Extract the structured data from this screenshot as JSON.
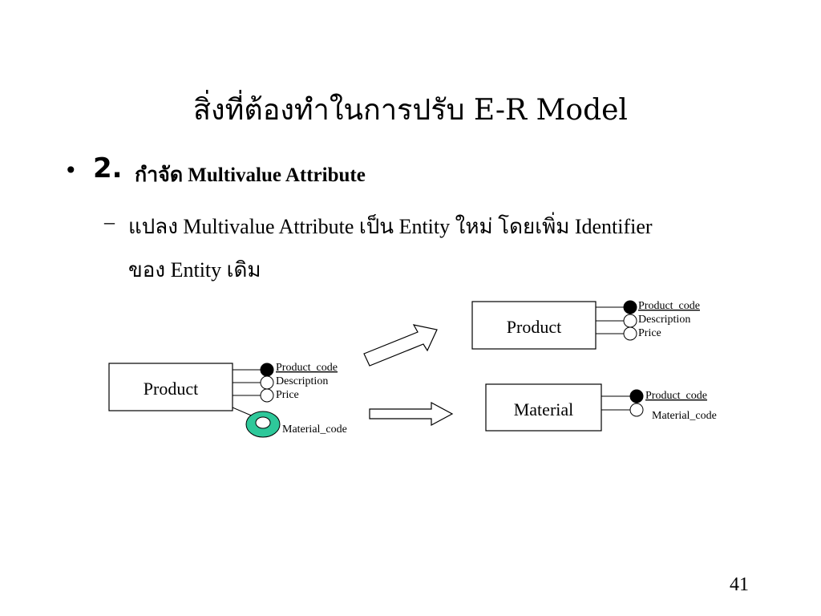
{
  "slide": {
    "title": "สิ่งที่ต้องทำในการปรับ E-R Model",
    "bullet_marker": "•",
    "bullet_number": "2.",
    "bullet_text": "กำจัด Multivalue Attribute",
    "sub_marker": "–",
    "sub_line1": "แปลง Multivalue Attribute เป็น Entity ใหม่ โดยเพิ่ม Identifier",
    "sub_line2": "ของ Entity เดิม",
    "page_number": "41"
  },
  "diagram": {
    "left_entity": {
      "name": "Product",
      "attributes": [
        "Product_code",
        "Description",
        "Price"
      ],
      "multivalue_attribute": "Material_code",
      "multivalue_color": "#2ec89a"
    },
    "right_top_entity": {
      "name": "Product",
      "attributes": [
        "Product_code",
        "Description",
        "Price"
      ]
    },
    "right_bottom_entity": {
      "name": "Material",
      "attributes": [
        "Product_code",
        "Material_code"
      ]
    }
  }
}
